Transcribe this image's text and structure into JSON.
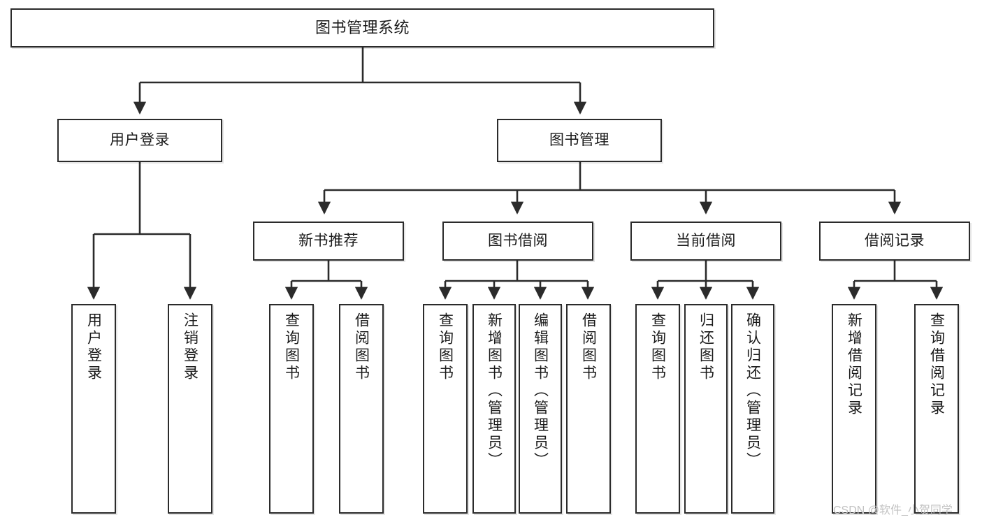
{
  "diagram": {
    "type": "tree-hierarchy",
    "title": "图书管理系统",
    "root": {
      "label": "图书管理系统"
    },
    "level2": [
      {
        "label": "用户登录"
      },
      {
        "label": "图书管理"
      }
    ],
    "level3": [
      {
        "label": "新书推荐"
      },
      {
        "label": "图书借阅"
      },
      {
        "label": "当前借阅"
      },
      {
        "label": "借阅记录"
      }
    ],
    "leaves": {
      "user_login": [
        {
          "label": "用户登录"
        },
        {
          "label": "注销登录"
        }
      ],
      "new_book_recommend": [
        {
          "label": "查询图书"
        },
        {
          "label": "借阅图书"
        }
      ],
      "book_borrow": [
        {
          "label": "查询图书"
        },
        {
          "label": "新增图书（管理员）"
        },
        {
          "label": "编辑图书（管理员）"
        },
        {
          "label": "借阅图书"
        }
      ],
      "current_borrow": [
        {
          "label": "查询图书"
        },
        {
          "label": "归还图书"
        },
        {
          "label": "确认归还（管理员）"
        }
      ],
      "borrow_record": [
        {
          "label": "新增借阅记录"
        },
        {
          "label": "查询借阅记录"
        }
      ]
    }
  },
  "watermark": {
    "text": "CSDN @软件_小贺同学"
  },
  "colors": {
    "stroke": "#2b2b2b",
    "fill": "#ffffff",
    "text": "#1a1a1a",
    "watermark": "#c2c2c2"
  }
}
